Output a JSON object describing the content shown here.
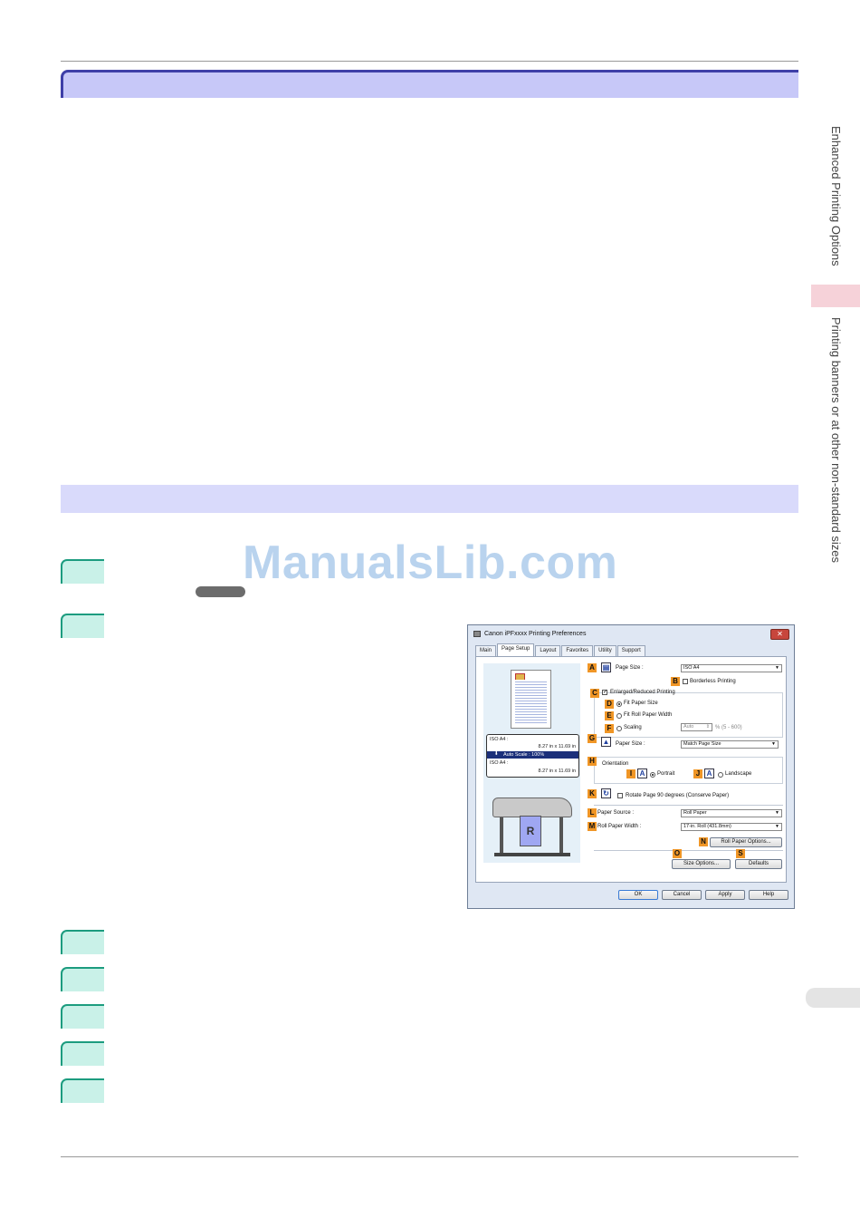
{
  "side_nav": {
    "section": "Enhanced Printing Options",
    "subsection": "Printing banners or at other non-standard sizes"
  },
  "watermark": "ManualsLib.com",
  "dialog": {
    "title": "Canon iPFxxxx Printing Preferences",
    "close_label": "✕",
    "tabs": [
      "Main",
      "Page Setup",
      "Layout",
      "Favorites",
      "Utility",
      "Support"
    ],
    "preview": {
      "line1_name": "ISO A4 :",
      "line1_size": "8.27 in x 11.69 in",
      "auto_scale": "Auto Scale : 100%",
      "line2_name": "ISO A4 :",
      "line2_size": "8.27 in x 11.69 in",
      "plotter_letter": "R"
    },
    "markers": {
      "A": "A",
      "B": "B",
      "C": "C",
      "D": "D",
      "E": "E",
      "F": "F",
      "G": "G",
      "H": "H",
      "I": "I",
      "J": "J",
      "K": "K",
      "L": "L",
      "M": "M",
      "N": "N",
      "O": "O",
      "S": "S"
    },
    "page_size_label": "Page Size :",
    "page_size_value": "ISO A4",
    "borderless_label": "Borderless Printing",
    "enlarged_label": "Enlarged/Reduced Printing",
    "fit_paper_size": "Fit Paper Size",
    "fit_roll_width": "Fit Roll Paper Width",
    "scaling_label": "Scaling",
    "scaling_value": "Auto",
    "scaling_range": "% (5 - 600)",
    "paper_size_label": "Paper Size :",
    "paper_size_value": "Match Page Size",
    "orientation_label": "Orientation",
    "portrait_label": "Portrait",
    "landscape_label": "Landscape",
    "rotate_label": "Rotate Page 90 degrees (Conserve Paper)",
    "paper_source_label": "Paper Source :",
    "paper_source_value": "Roll Paper",
    "roll_width_label": "Roll Paper Width :",
    "roll_width_value": "17-in. Roll (431.8mm)",
    "roll_options_button": "Roll Paper Options...",
    "size_options_button": "Size Options...",
    "defaults_button": "Defaults",
    "ok_button": "OK",
    "cancel_button": "Cancel",
    "apply_button": "Apply",
    "help_button": "Help"
  }
}
